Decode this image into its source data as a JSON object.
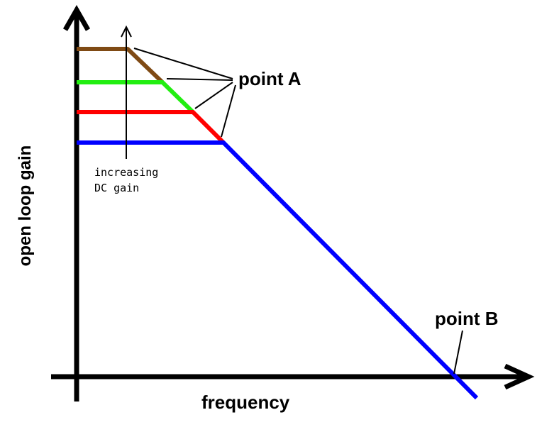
{
  "labels": {
    "y_axis": "open loop gain",
    "x_axis": "frequency",
    "point_a": "point A",
    "point_b": "point B",
    "annotation_line1": "increasing",
    "annotation_line2": "DC gain"
  },
  "colors": {
    "axis": "#000000",
    "brown": "#7f4a14",
    "green": "#22ee11",
    "red": "#ff0000",
    "blue": "#0000ff",
    "background": "#ffffff"
  }
}
